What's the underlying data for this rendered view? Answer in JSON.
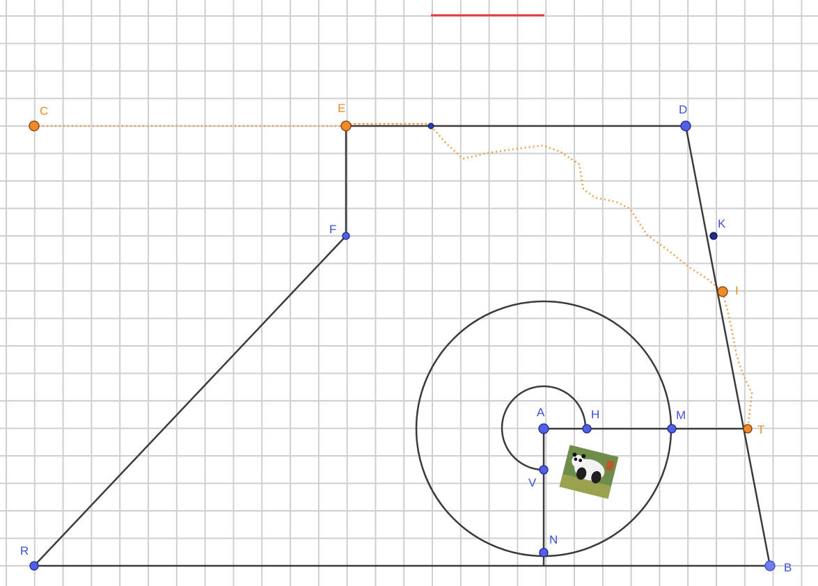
{
  "grid": {
    "minor_color": "#cfcfcf",
    "major_color": "#c4c4c4"
  },
  "colors": {
    "segment": "#3a3a3a",
    "blue_point": "#4f5fe6",
    "orange_point": "#f08a26",
    "orange_trace": "#f09a4a",
    "red_bar": "#e33b3b",
    "label_blue": "#3b4fd8",
    "label_orange": "#ea8a2a"
  },
  "labels": {
    "C": "C",
    "E": "E",
    "D": "D",
    "F": "F",
    "K": "K",
    "I": "I",
    "A": "A",
    "H": "H",
    "M": "M",
    "T": "T",
    "V": "V",
    "N": "N",
    "R": "R",
    "B": "B"
  },
  "image_subject": "panda-photo"
}
